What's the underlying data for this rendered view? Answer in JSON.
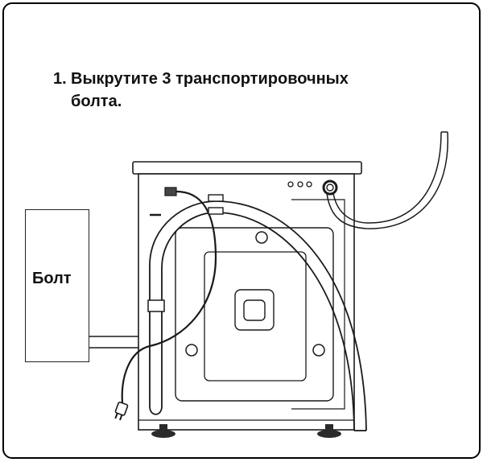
{
  "instruction": {
    "number": "1.",
    "line1": "Выкрутите 3 транспортировочных",
    "line2": "болта."
  },
  "callout": {
    "label": "Болт"
  },
  "colors": {
    "stroke": "#1a1a1a",
    "background": "#ffffff",
    "foot": "#2b2b2b"
  }
}
